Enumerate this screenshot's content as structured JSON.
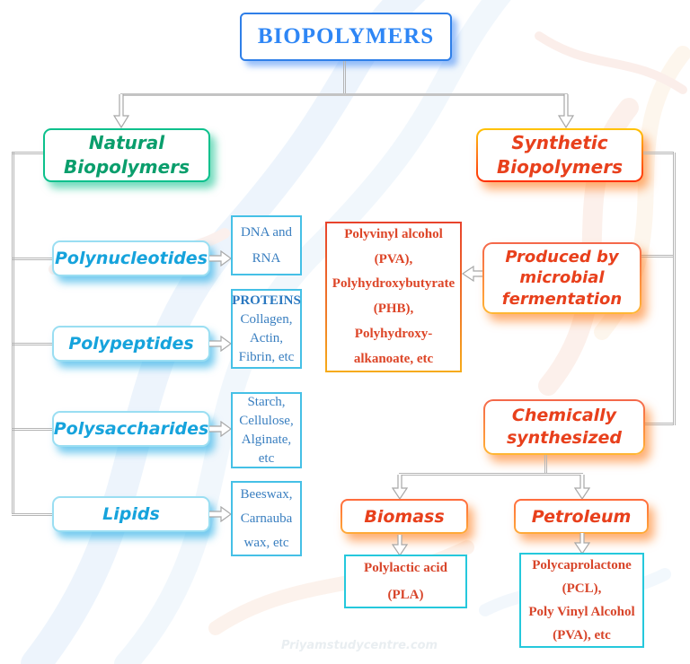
{
  "title": "BIOPOLYMERS",
  "natural": {
    "label": "Natural\nBiopolymers",
    "categories": [
      {
        "label": "Polynucleotides",
        "examples": "DNA and\nRNA"
      },
      {
        "label": "Polypeptides",
        "examples_title": "PROTEINS",
        "examples": "Collagen,\nActin,\nFibrin, etc"
      },
      {
        "label": "Polysaccharides",
        "examples": "Starch,\nCellulose,\nAlginate,\netc"
      },
      {
        "label": "Lipids",
        "examples": "Beeswax,\nCarnauba\nwax, etc"
      }
    ]
  },
  "synthetic": {
    "label": "Synthetic\nBiopolymers",
    "microbial": {
      "label": "Produced by\nmicrobial\nfermentation",
      "products": "Polyvinyl alcohol\n(PVA),\nPolyhydroxybutyrate\n(PHB),\nPolyhydroxy-\nalkanoate, etc"
    },
    "chemical": {
      "label": "Chemically\nsynthesized",
      "sources": [
        {
          "label": "Biomass",
          "products": "Polylactic acid\n(PLA)"
        },
        {
          "label": "Petroleum",
          "products": "Polycaprolactone\n(PCL),\nPoly Vinyl Alcohol\n(PVA), etc"
        }
      ]
    }
  },
  "watermark": "Priyamstudycentre.com",
  "colors": {
    "title_blue": "#2e86f5",
    "natural_green": "#0a9e6c",
    "natural_border": "#0cc08c",
    "category_blue": "#16a3dc",
    "example_blue_border": "#45c0e6",
    "example_blue_text": "#3a7fc0",
    "synthetic_red": "#e8401c",
    "orange_gradient_start": "#ffc400",
    "orange_gradient_end": "#ff2e00",
    "product_red_text": "#dd4527",
    "cyan_border": "#25c8dc",
    "connector_gray": "#b5b5b5"
  }
}
